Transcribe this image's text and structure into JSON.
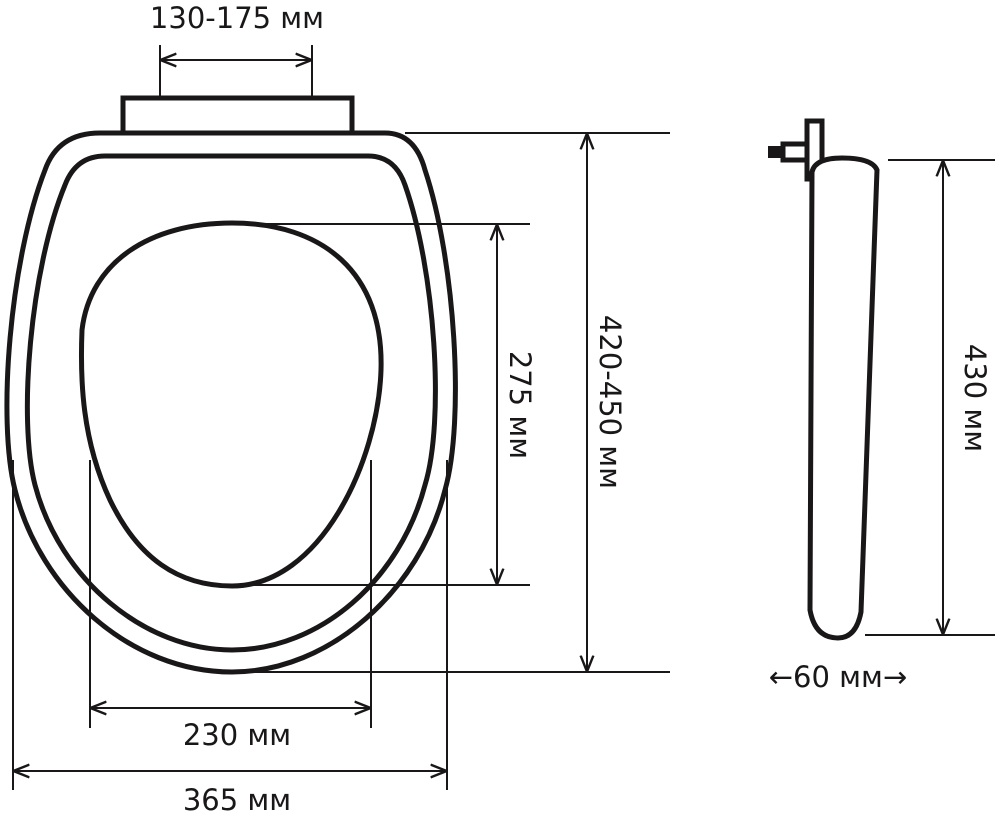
{
  "colors": {
    "line": "#1a1718",
    "background": "#ffffff"
  },
  "dimensions": {
    "hinge_spacing": "130-175 мм",
    "seat_length": "420-450 мм",
    "hole_length": "275 мм",
    "hole_width": "230 мм",
    "seat_width": "365 мм",
    "side_length": "430 мм",
    "side_thickness": "←60 мм→"
  }
}
